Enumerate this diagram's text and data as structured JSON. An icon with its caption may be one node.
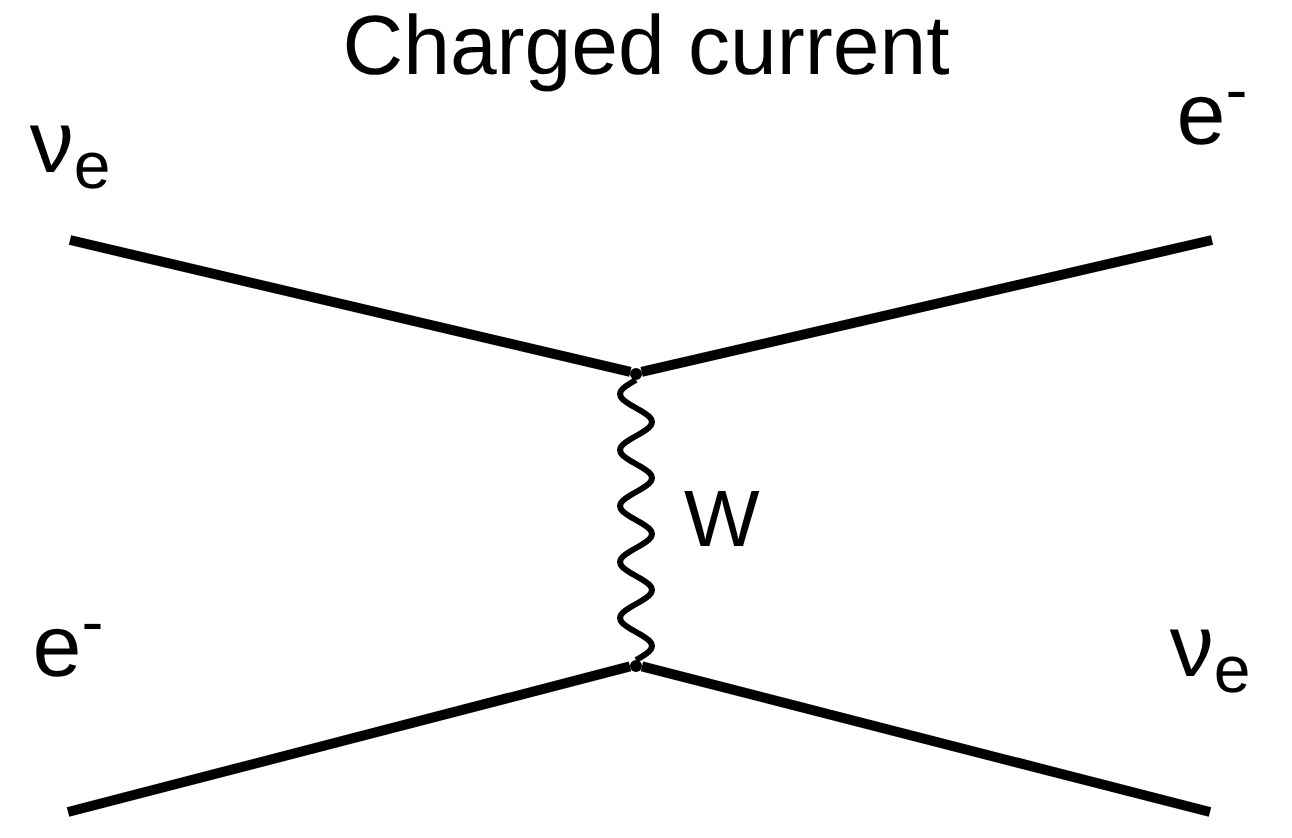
{
  "diagram": {
    "title": "Charged current",
    "nodes": [
      {
        "text": [
          "ν$_{e}$"
        ]
      },
      {
        "text": [
          "e$^{-}$"
        ]
      },
      {
        "text": [
          "e$^{-}$"
        ]
      },
      {
        "text": [
          "ν$_{e}$"
        ]
      },
      {
        "text": [],
        "shape": "vertex"
      },
      {
        "text": [],
        "shape": "vertex"
      }
    ],
    "edges": [
      {
        "from": 0,
        "to": 4,
        "arrow": "none"
      },
      {
        "from": 4,
        "to": 1,
        "arrow": "none"
      },
      {
        "from": 2,
        "to": 5,
        "arrow": "none"
      },
      {
        "from": 5,
        "to": 3,
        "arrow": "none"
      },
      {
        "from": 4,
        "to": 5,
        "arrow": "none",
        "label": "W"
      }
    ]
  }
}
